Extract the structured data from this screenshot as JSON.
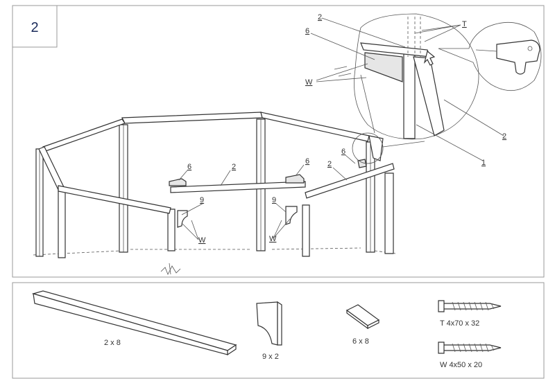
{
  "step": {
    "number": "2"
  },
  "assembly_labels": {
    "beam_center": "2",
    "beam_right": "2",
    "block_left": "6",
    "block_center": "6",
    "block_right": "6",
    "bracket_left": "9",
    "bracket_right": "9",
    "screw_left": "W",
    "screw_right": "W"
  },
  "detail_labels": {
    "beam_top": "2",
    "block": "6",
    "screws_w": "W",
    "screws_t": "T",
    "beam_diag": "2",
    "post": "1"
  },
  "parts": [
    {
      "caption": "2  x 8"
    },
    {
      "caption": "9  x 2"
    },
    {
      "caption": "6  x 8"
    },
    {
      "caption": "T   4x70  x 32"
    },
    {
      "caption": "W   4x50  x 20"
    }
  ]
}
